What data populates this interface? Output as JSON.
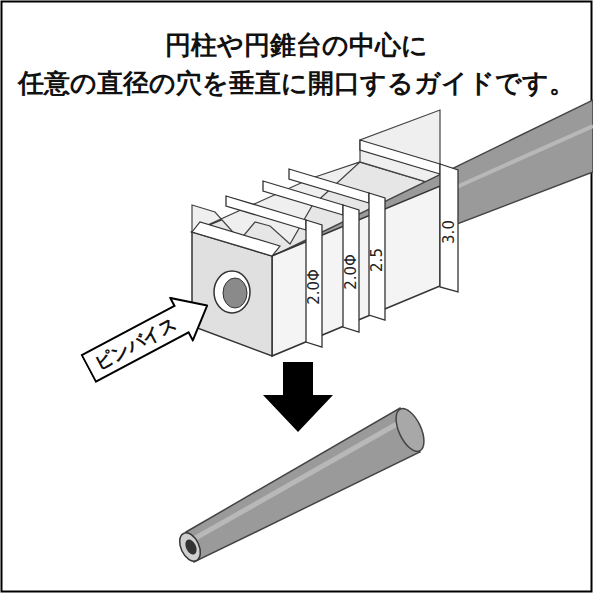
{
  "diagram": {
    "title": "円柱や円錐台の中心に 任意の直径の穴を垂直に開口するガイドです。",
    "nodes": [
      {
        "text": [
          "ピンバイス"
        ]
      }
    ],
    "labels": [
      "2.0Φ",
      "2.0Φ",
      "2.5",
      "3.0"
    ]
  }
}
